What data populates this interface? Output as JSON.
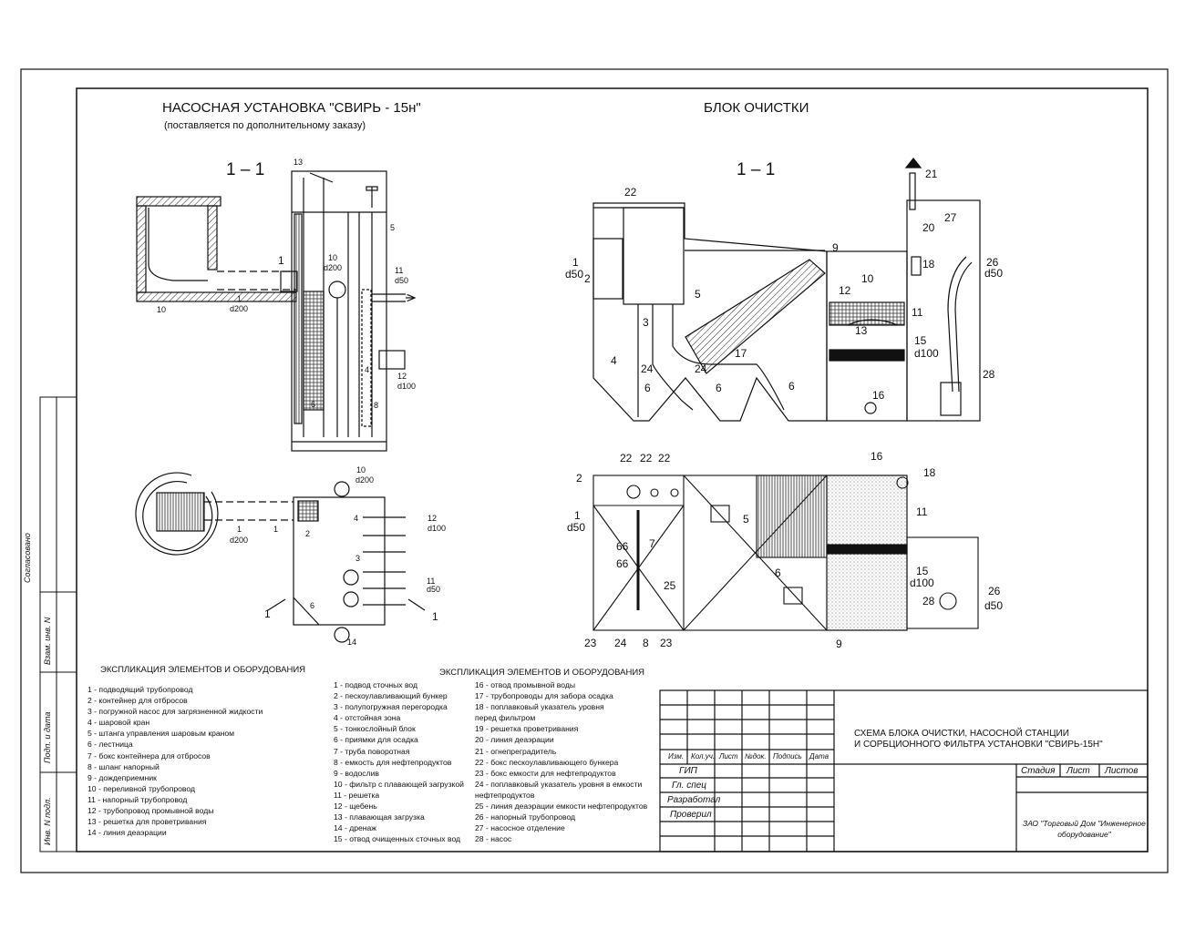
{
  "left_title": "НАСОСНАЯ УСТАНОВКА  \"СВИРЬ - 15н\"",
  "left_subtitle": "(поставляется по дополнительному заказу)",
  "right_title": "БЛОК ОЧИСТКИ",
  "section_label": "1 – 1",
  "left_legend_title": "ЭКСПЛИКАЦИЯ ЭЛЕМЕНТОВ И ОБОРУДОВАНИЯ",
  "left_legend": [
    "1 - подводящий трубопровод",
    "2 - контейнер для отбросов",
    "3 - погружной насос для загрязненной жидкости",
    "4 - шаровой кран",
    "5 - штанга управления шаровым краном",
    "6 - лестница",
    "7 - бокс контейнера для отбросов",
    "8 - шланг напорный",
    "9 - дождеприемник",
    "10 - переливной трубопровод",
    "11 - напорный трубопровод",
    "12 - трубопровод промывной воды",
    "13 - решетка для  проветривания",
    "14 - линия деаэрации"
  ],
  "right_legend_title": "ЭКСПЛИКАЦИЯ ЭЛЕМЕНТОВ И ОБОРУДОВАНИЯ",
  "right_legend_a": [
    "1 - подвод сточных вод",
    "2 - пескоулавливающий бункер",
    "3 - полупогружная перегородка",
    "4 - отстойная зона",
    "5 - тонкослойный блок",
    "6 - приямки для осадка",
    "7 - труба поворотная",
    "8 - емкость для нефтепродуктов",
    "9 - водослив",
    "10 - фильтр с плавающей загрузкой",
    "11 - решетка",
    "12 - щебень",
    "13 - плавающая загрузка",
    "14 - дренаж",
    "15 - отвод очищенных сточных вод"
  ],
  "right_legend_b": [
    "16 - отвод промывной воды",
    "17 - трубопроводы для забора осадка",
    "18 - поплавковый указатель уровня",
    "      перед фильтром",
    "19 - решетка проветривания",
    "20 - линия деаэрации",
    "21 - огнепреградитель",
    "22 - бокс пескоулавливающего бункера",
    "23 - бокс емкости для нефтепродуктов",
    "24 - поплавковый указатель уровня в емкости",
    "      нефтепродуктов",
    "25 - линия деаэрации емкости нефтепродуктов",
    "26 - напорный трубопровод",
    "27 - насосное отделение",
    "28 - насос"
  ],
  "stamp": {
    "title": "СХЕМА БЛОКА ОЧИСТКИ, НАСОСНОЙ СТАНЦИИ\nИ СОРБЦИОННОГО ФИЛЬТРА УСТАНОВКИ \"СВИРЬ-15Н\"",
    "cols": [
      "Изм.",
      "Кол.уч.",
      "Лист",
      "№док.",
      "Подпись",
      "Дата"
    ],
    "rows": [
      "ГИП",
      "Гл. спец",
      "Разработал",
      "Проверил"
    ],
    "stage_cols": [
      "Стадия",
      "Лист",
      "Листов"
    ],
    "company": "ЗАО \"Торговый Дом \"Инженерное\nоборудование\""
  },
  "side_labels": [
    "Согласовано",
    "Взам. инв. N",
    "Подп. и дата",
    "Инв. N подл."
  ],
  "callouts_left": {
    "n1": "1",
    "n2": "2",
    "n3": "3",
    "n4": "4",
    "n5": "5",
    "n6": "6",
    "n8": "8",
    "n10": "10",
    "n11": "11",
    "n12": "12",
    "n13": "13",
    "n14": "14",
    "d200": "d200",
    "d50": "d50",
    "d100": "d100"
  },
  "callouts_right": {
    "n1": "1",
    "n2": "2",
    "n3": "3",
    "n4": "4",
    "n5": "5",
    "n6": "6",
    "n7": "7",
    "n8": "8",
    "n9": "9",
    "n10": "10",
    "n11": "11",
    "n12": "12",
    "n13": "13",
    "n15": "15",
    "n16": "16",
    "n17": "17",
    "n18": "18",
    "n20": "20",
    "n21": "21",
    "n22": "22",
    "n23": "23",
    "n24": "24",
    "n25": "25",
    "n26": "26",
    "n27": "27",
    "n28": "28",
    "n66": "66",
    "d50": "d50",
    "d100": "d100"
  }
}
